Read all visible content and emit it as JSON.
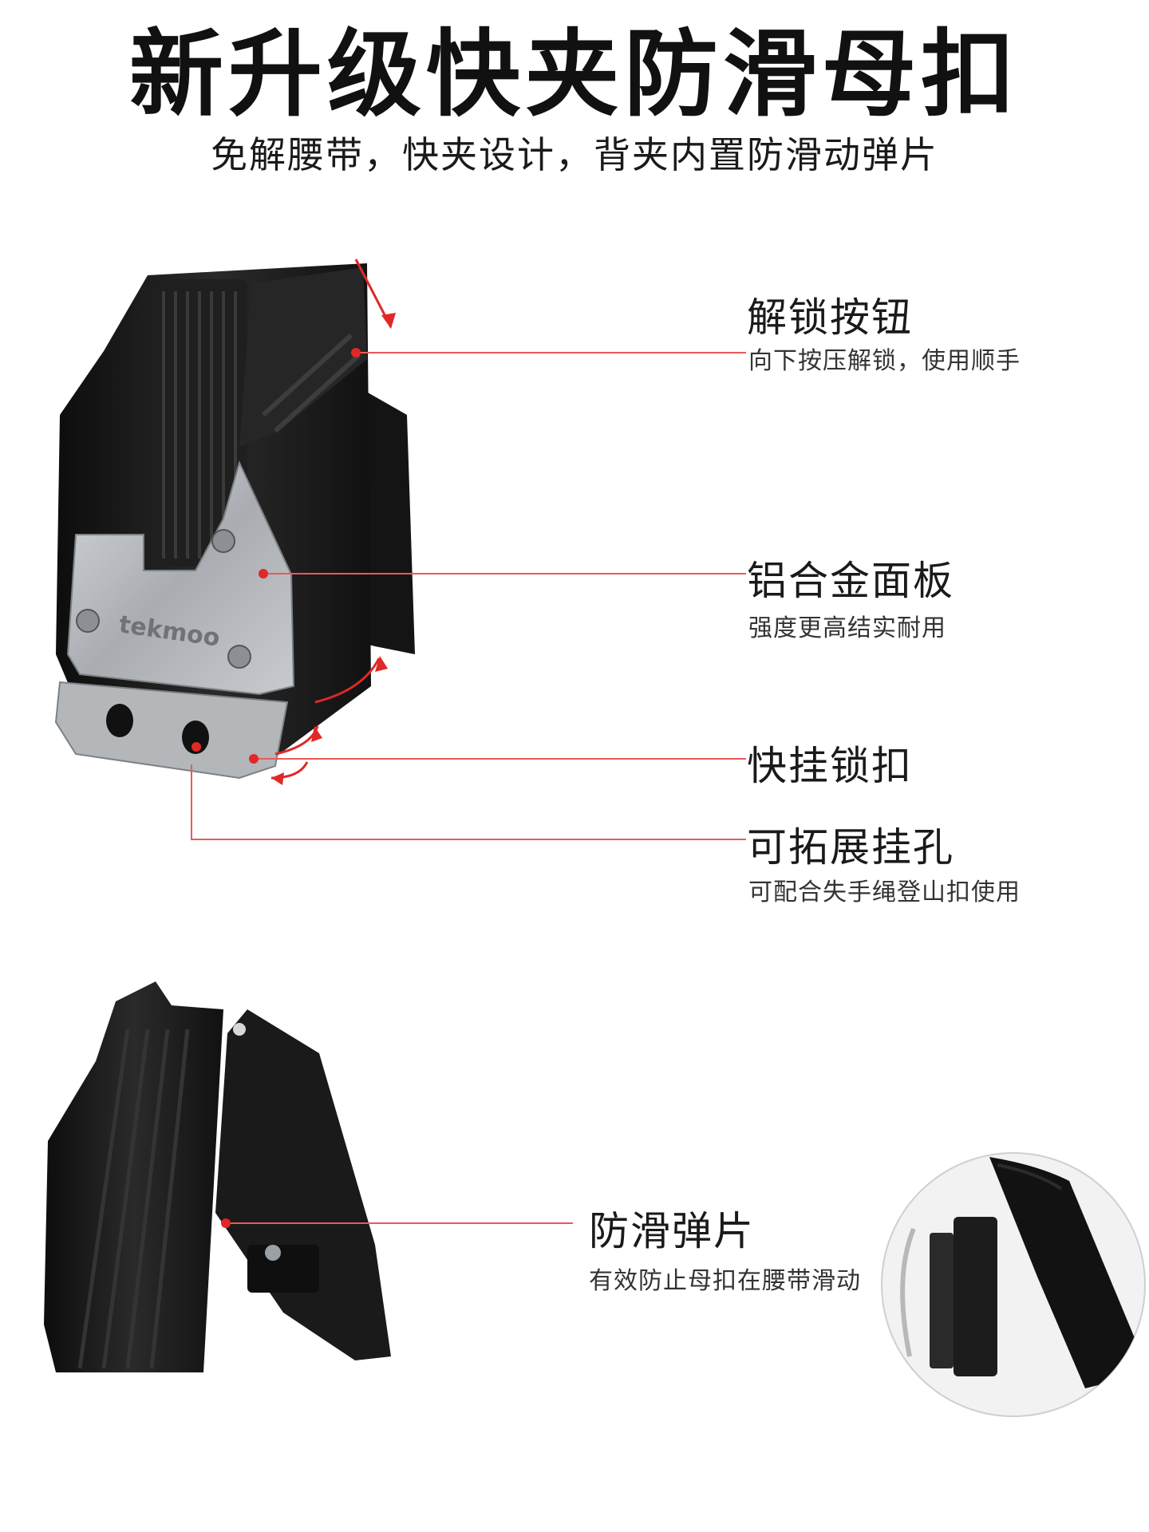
{
  "header": {
    "title": "新升级快夹防滑母扣",
    "subtitle": "免解腰带，快夹设计，背夹内置防滑动弹片"
  },
  "callouts": [
    {
      "title": "解锁按钮",
      "desc": "向下按压解锁，使用顺手"
    },
    {
      "title": "铝合金面板",
      "desc": "强度更高结实耐用"
    },
    {
      "title": "快挂锁扣",
      "desc": ""
    },
    {
      "title": "可拓展挂孔",
      "desc": "可配合失手绳登山扣使用"
    },
    {
      "title": "防滑弹片",
      "desc": "有效防止母扣在腰带滑动"
    }
  ],
  "product": {
    "logo_text": "tekmoo"
  },
  "colors": {
    "accent_line": "#e85a5a",
    "product_black": "#1b1b1b",
    "aluminum": "#b9bcbf"
  }
}
